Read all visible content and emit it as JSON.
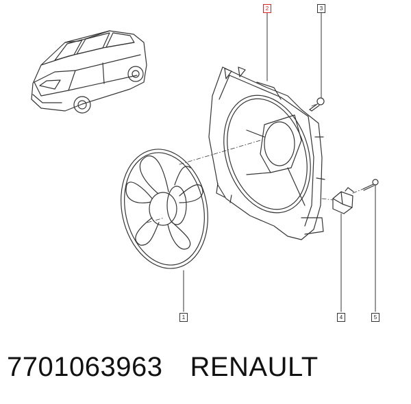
{
  "callouts": {
    "fan": "1",
    "shroud": "2",
    "bolt": "3",
    "resistor": "4",
    "screw": "5"
  },
  "caption": {
    "part_number": "7701063963",
    "brand": "RENAULT"
  },
  "colors": {
    "line": "#333333",
    "highlight": "#dd2222"
  }
}
